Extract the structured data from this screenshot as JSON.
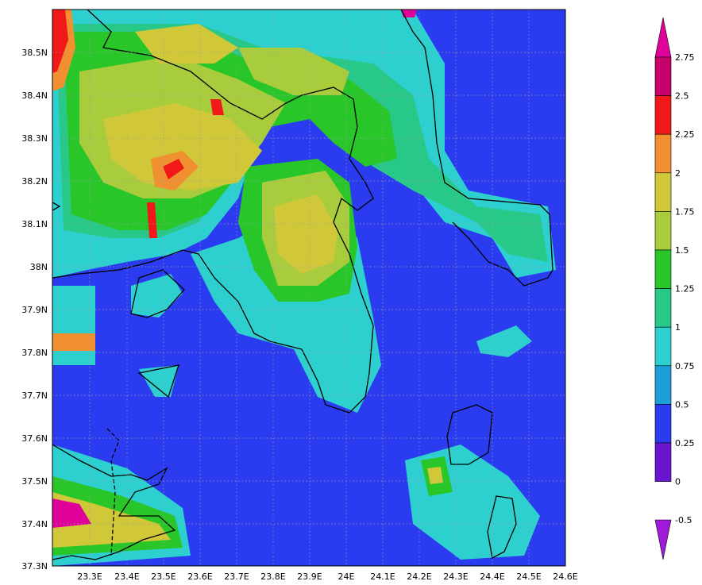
{
  "map": {
    "lon_ticks": [
      "23.3E",
      "23.4E",
      "23.5E",
      "23.6E",
      "23.7E",
      "23.8E",
      "23.9E",
      "24E",
      "24.1E",
      "24.2E",
      "24.3E",
      "24.4E",
      "24.5E",
      "24.6E"
    ],
    "lat_ticks": [
      "38.5N",
      "38.4N",
      "38.3N",
      "38.2N",
      "38.1N",
      "38N",
      "37.9N",
      "37.8N",
      "37.7N",
      "37.6N",
      "37.5N",
      "37.4N",
      "37.3N"
    ],
    "lon_range": [
      23.2,
      24.6
    ],
    "lat_range": [
      37.3,
      38.6
    ],
    "grid": true,
    "background_color": "#2b3cf0"
  },
  "colorbar": {
    "labels": [
      "2.75",
      "2.5",
      "2.25",
      "2",
      "1.75",
      "1.5",
      "1.25",
      "1",
      "0.75",
      "0.5",
      "0.25",
      "0",
      "-0.5"
    ],
    "colors": [
      "#e0009a",
      "#c8006c",
      "#f01818",
      "#f09030",
      "#d0c838",
      "#a8cc3c",
      "#28c628",
      "#28c888",
      "#2ecfcf",
      "#1c9ed8",
      "#2b3cf0",
      "#6a16d0",
      "#a018d8"
    ]
  }
}
